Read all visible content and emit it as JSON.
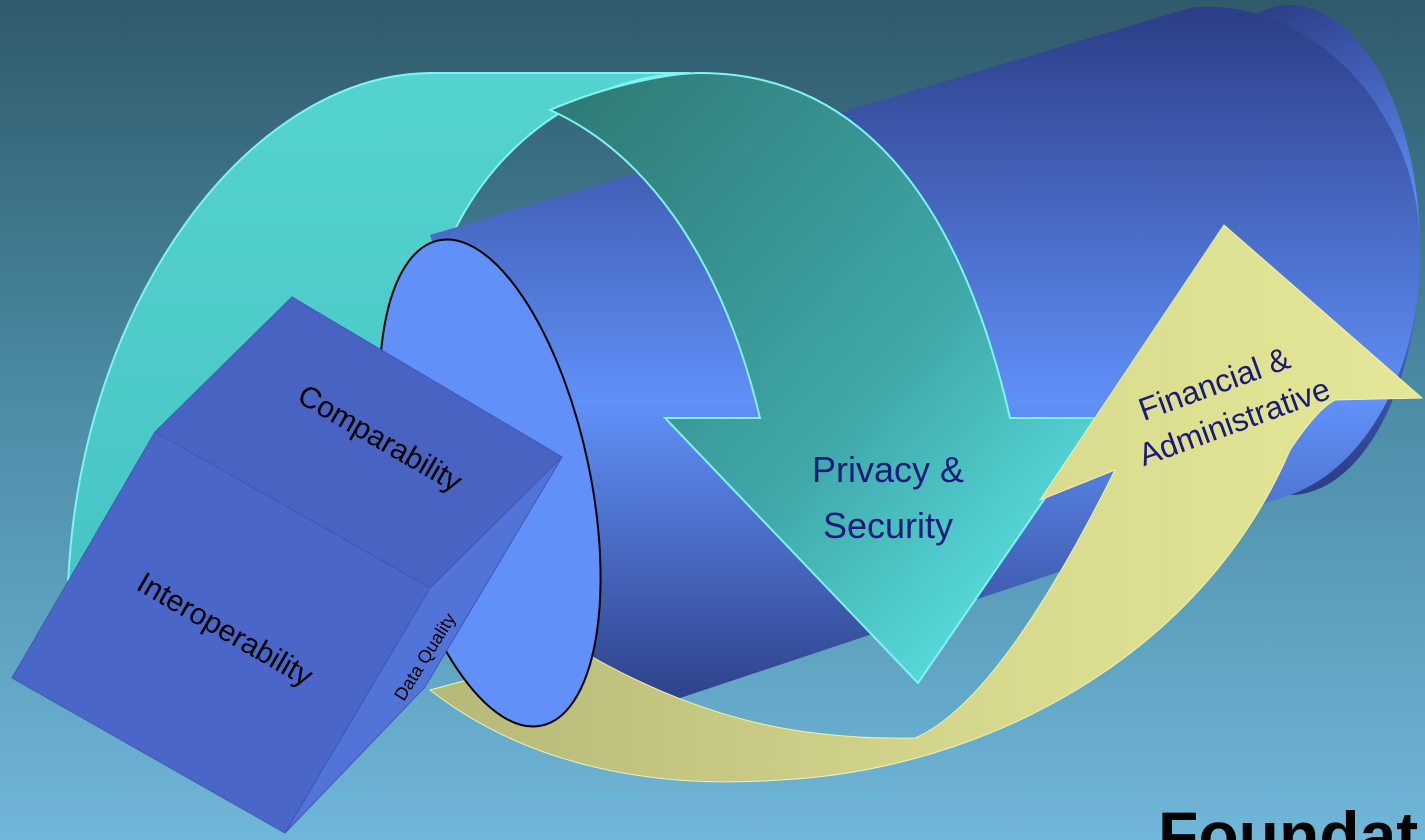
{
  "diagram": {
    "labels": {
      "comparability": "Comparability",
      "interoperability": "Interoperability",
      "data_quality": "Data Quality",
      "privacy_line1": "Privacy &",
      "privacy_line2": "Security",
      "financial_line1": "Financial &",
      "financial_line2": "Administrative"
    },
    "title_fragment": "Foundat"
  },
  "colors": {
    "background_top": "#2f5c6e",
    "background_bottom": "#6ab3d6",
    "cylinder_dark": "#2d3f8a",
    "cylinder_light": "#5f8cf6",
    "teal_arrow_light": "#5fe8ef",
    "teal_arrow_dark": "#2f7d78",
    "yellow_arrow": "#e3e596",
    "yellow_arrow_dark": "#b4b777",
    "cube_face": "#4a66c6",
    "label_text": "#000000",
    "privacy_text": "#1a1a7a",
    "financial_text": "#1a1a7a",
    "title_text": "#000000"
  }
}
